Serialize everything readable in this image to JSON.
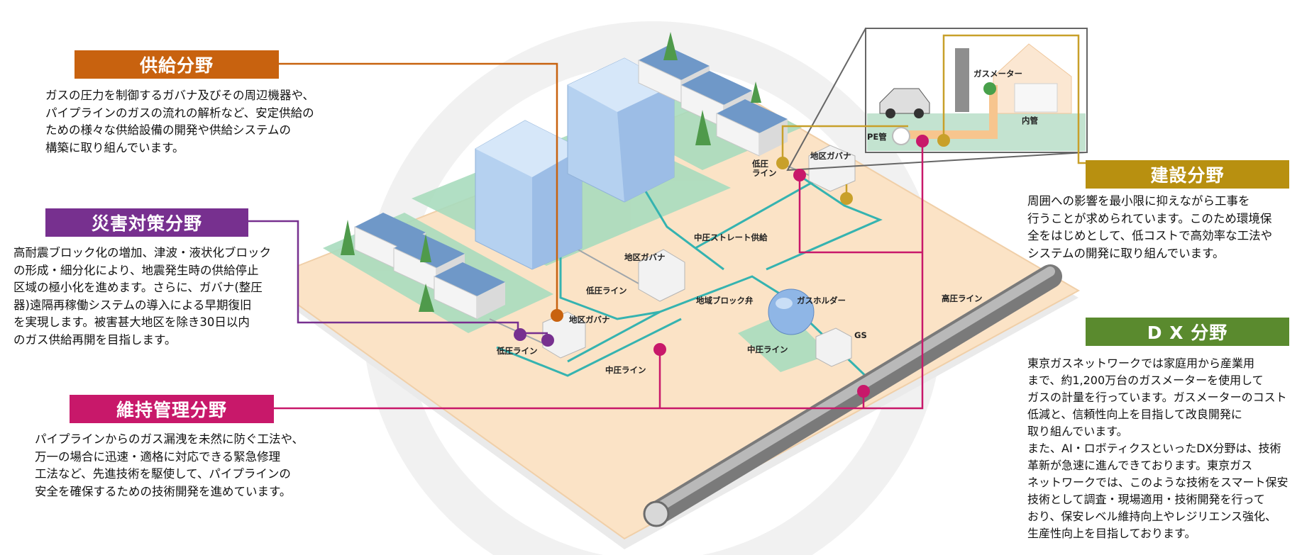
{
  "sections": {
    "supply": {
      "title": "供給分野",
      "color": "#c8620f",
      "text": "ガスの圧力を制御するガバナ及びその周辺機器や、\nパイプラインのガスの流れの解析など、安定供給の\nための様々な供給設備の開発や供給システムの\n構築に取り組んでいます。"
    },
    "disaster": {
      "title": "災害対策分野",
      "color": "#77308f",
      "text": "高耐震ブロック化の増加、津波・液状化ブロック\nの形成・細分化により、地震発生時の供給停止\n区域の極小化を進めます。さらに、ガバナ(整圧\n器)遠隔再稼働システムの導入による早期復旧\nを実現します。被害甚大地区を除き30日以内\nのガス供給再開を目指します。"
    },
    "maintenance": {
      "title": "維持管理分野",
      "color": "#c8186a",
      "text": "パイプラインからのガス漏洩を未然に防ぐ工法や、\n万一の場合に迅速・適格に対応できる緊急修理\n工法など、先進技術を駆使して、パイプラインの\n安全を確保するための技術開発を進めています。"
    },
    "construction": {
      "title": "建設分野",
      "color": "#b89010",
      "text": "周囲への影響を最小限に抑えながら工事を\n行うことが求められています。このため環境保\n全をはじめとして、低コストで高効率な工法や\nシステムの開発に取り組んでいます。"
    },
    "dx": {
      "title": "D X 分野",
      "color": "#5a8a2e",
      "text": "東京ガスネットワークでは家庭用から産業用\nまで、約1,200万台のガスメーターを使用して\nガスの計量を行っています。ガスメーターのコスト\n低減と、信頼性向上を目指して改良開発に\n取り組んでいます。\nまた、AI・ロボティクスといったDX分野は、技術\n革新が急速に進んできております。東京ガス\nネットワークでは、このような技術をスマート保安\n技術として調査・現場適用・技術開発を行って\nおり、保安レベル維持向上やレジリエンス強化、\n生産性向上を目指しております。"
    }
  },
  "map_labels": {
    "district_governor_1": "地区ガバナ",
    "low_pressure_line_1": "低圧ライン",
    "medium_pressure_line_1": "中圧ライン",
    "district_governor_2": "地区ガバナ",
    "low_pressure_line_2": "低圧ライン",
    "district_block_valve": "地域ブロック弁",
    "gas_holder": "ガスホルダー",
    "gs": "GS",
    "medium_pressure_line_2": "中圧ライン",
    "medium_pressure_straight": "中圧ストレート供給",
    "high_pressure_line": "高圧ライン",
    "low_pressure_line_3": "低圧\nライン",
    "district_governor_3": "地区ガバナ"
  },
  "inset_labels": {
    "gas_meter": "ガスメーター",
    "pe_pipe": "PE管",
    "inner_pipe": "内管"
  },
  "colors": {
    "ground": "#fbe3c6",
    "green_block": "#a9dcbe",
    "medium_pipe": "#35b3b0",
    "high_pipe": "#8e8e8e",
    "building_blue": "#b5d1f0",
    "watermark": "#eeeeee"
  }
}
